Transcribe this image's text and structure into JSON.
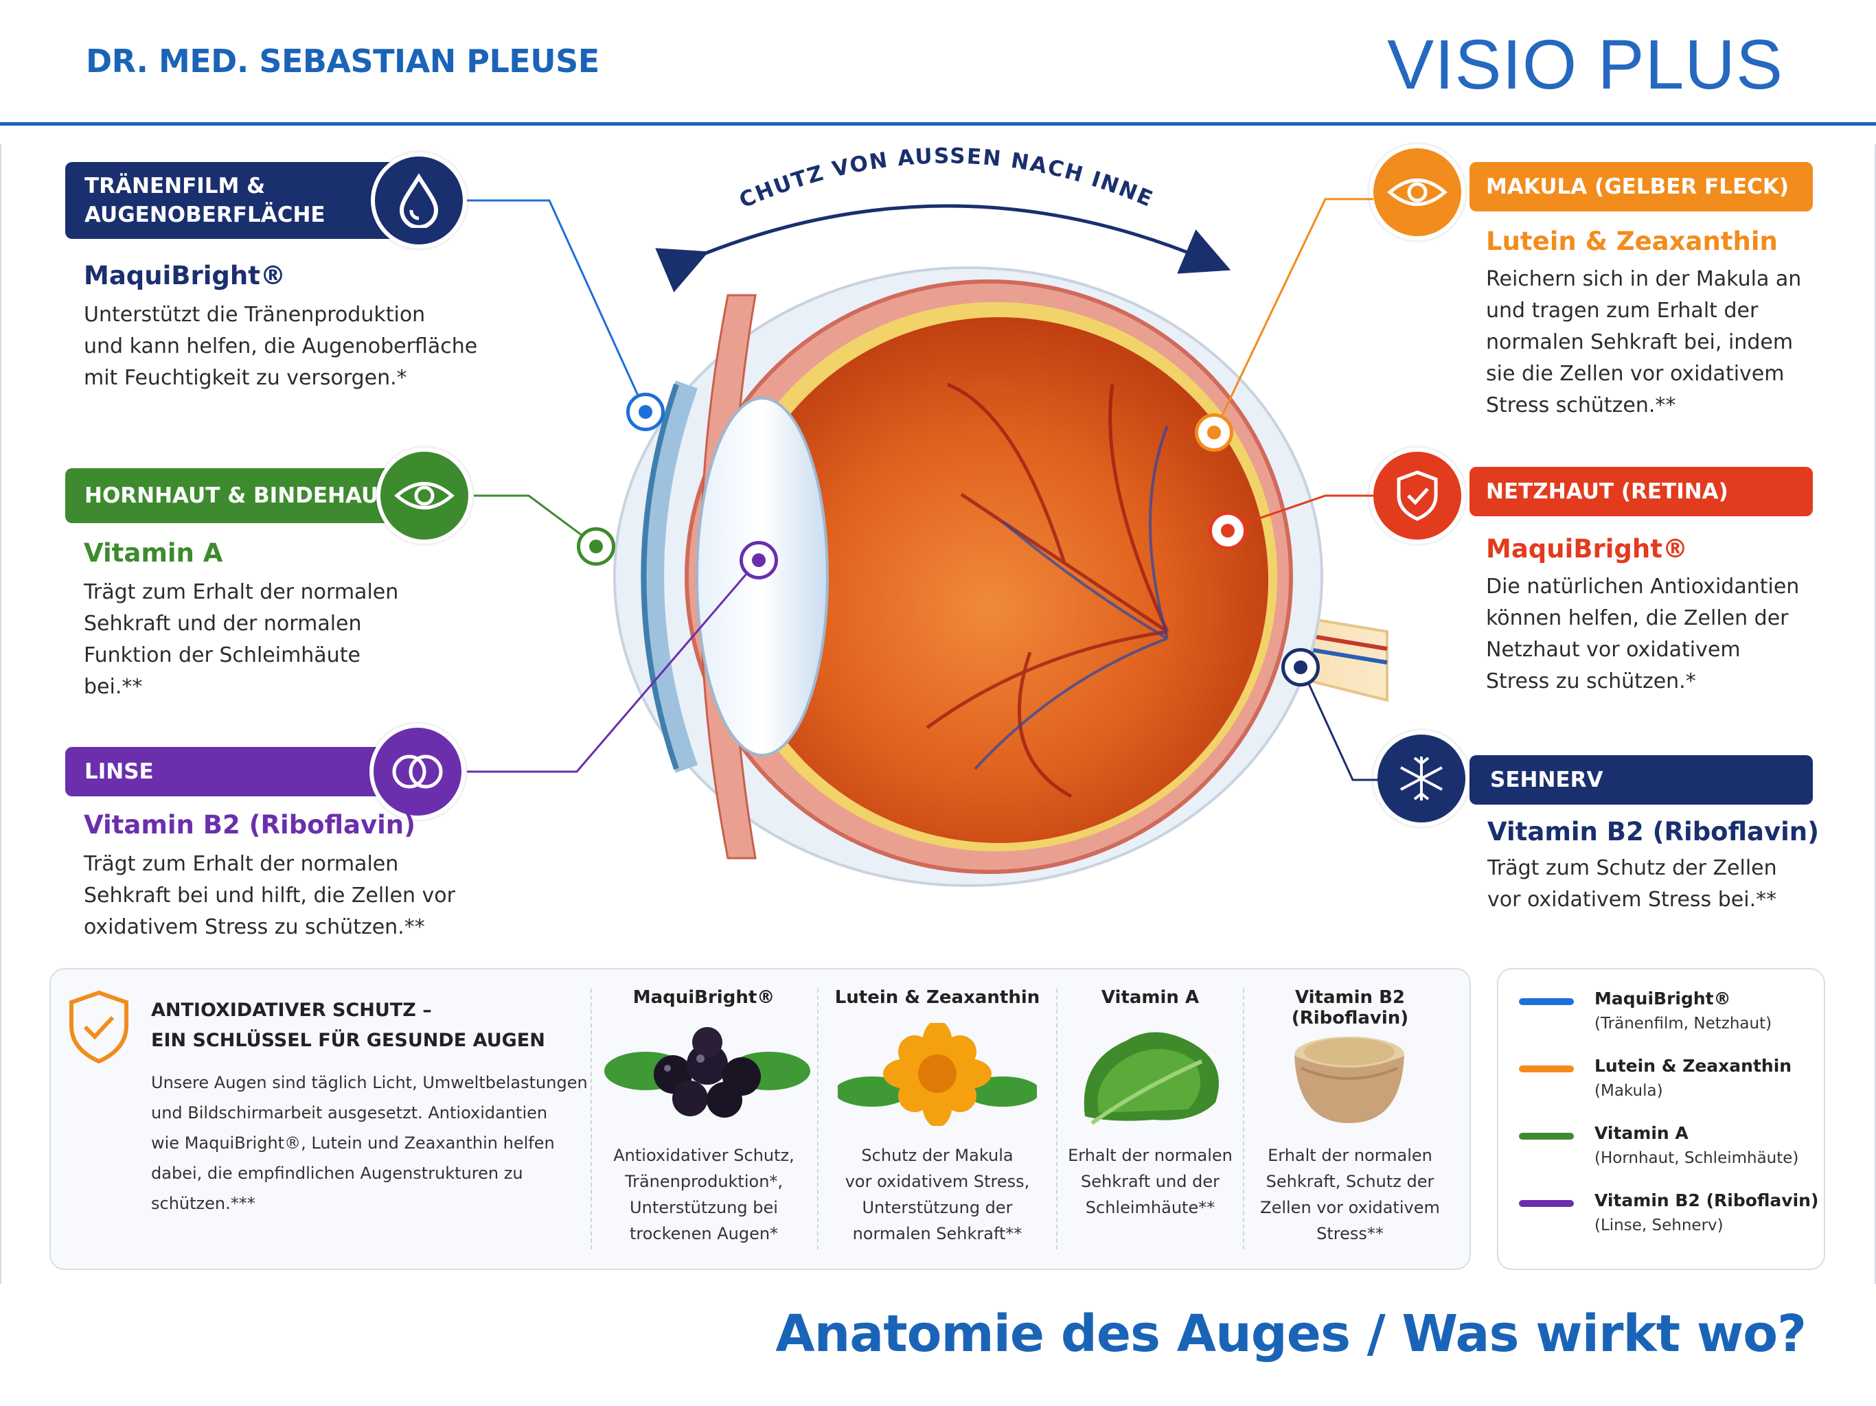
{
  "header": {
    "brand_left": "DR. MED. SEBASTIAN PLEUSE",
    "brand_right": "VISIO PLUS"
  },
  "diagram": {
    "arc_label": "SCHUTZ VON AUSSEN NACH INNEN"
  },
  "left_sections": [
    {
      "label_line1": "TRÄNENFILM &",
      "label_line2": "AUGENOBERFLÄCHE",
      "heading": "MaquiBright®",
      "body": [
        "Unterstützt die Tränenproduktion",
        "und kann helfen, die Augenoberfläche",
        "mit Feuchtigkeit zu versorgen.*"
      ],
      "icon": "water-drop-icon",
      "color": "#1a2f6e"
    },
    {
      "label_line1": "HORNHAUT & BINDEHAUT",
      "label_line2": "",
      "heading": "Vitamin A",
      "body": [
        "Trägt zum Erhalt der normalen",
        "Sehkraft und der normalen",
        "Funktion der Schleimhäute",
        "bei.**"
      ],
      "icon": "eye-icon",
      "color": "#3d8b2e"
    },
    {
      "label_line1": "LINSE",
      "label_line2": "",
      "heading": "Vitamin B2 (Riboflavin)",
      "body": [
        "Trägt zum Erhalt der normalen",
        "Sehkraft bei und hilft, die Zellen vor",
        "oxidativem Stress zu schützen.**"
      ],
      "icon": "lens-rings-icon",
      "color": "#6b2fae"
    }
  ],
  "right_sections": [
    {
      "label": "MAKULA (GELBER FLECK)",
      "heading": "Lutein & Zeaxanthin",
      "body": [
        "Reichern sich in der Makula an",
        "und tragen zum Erhalt der",
        "normalen Sehkraft bei, indem",
        "sie die Zellen vor oxidativem",
        "Stress schützen.**"
      ],
      "icon": "eye-icon",
      "color": "#f28c1c"
    },
    {
      "label": "NETZHAUT (RETINA)",
      "heading": "MaquiBright®",
      "body": [
        "Die natürlichen Antioxidantien",
        "können helfen, die Zellen der",
        "Netzhaut vor oxidativem",
        "Stress zu schützen.*"
      ],
      "icon": "shield-check-icon",
      "color": "#e23b1e"
    },
    {
      "label": "SEHNERV",
      "heading": "Vitamin B2 (Riboflavin)",
      "body": [
        "Trägt zum Schutz der Zellen",
        "vor oxidativem Stress bei.**"
      ],
      "icon": "nerve-icon",
      "color": "#1a2f6e"
    }
  ],
  "antioxidant": {
    "title_line1": "ANTIOXIDATIVER SCHUTZ –",
    "title_line2": "EIN SCHLÜSSEL FÜR GESUNDE AUGEN",
    "body": [
      "Unsere Augen sind täglich Licht, Umweltbelastungen",
      "und Bildschirmarbeit ausgesetzt. Antioxidantien",
      "wie MaquiBright®, Lutein und Zeaxanthin helfen",
      "dabei, die empfindlichen Augenstrukturen zu",
      "schützen.***"
    ],
    "icon": "shield-check-icon"
  },
  "ingredients": [
    {
      "name": "MaquiBright®",
      "desc": [
        "Antioxidativer Schutz,",
        "Tränenproduktion*,",
        "Unterstützung bei",
        "trockenen Augen*"
      ],
      "image": "maqui-berries"
    },
    {
      "name": "Lutein & Zeaxanthin",
      "desc": [
        "Schutz der Makula",
        "vor oxidativem Stress,",
        "Unterstützung der",
        "normalen Sehkraft**"
      ],
      "image": "marigold-flower"
    },
    {
      "name": "Vitamin A",
      "desc": [
        "Erhalt der normalen",
        "Sehkraft und der",
        "Schleimhäute**"
      ],
      "image": "kale-leaf"
    },
    {
      "name": "Vitamin B2 (Riboflavin)",
      "desc": [
        "Erhalt der normalen",
        "Sehkraft, Schutz der",
        "Zellen vor oxidativem",
        "Stress**"
      ],
      "image": "powder-bowl"
    }
  ],
  "legend": [
    {
      "name": "MaquiBright®",
      "detail": "(Tränenfilm, Netzhaut)",
      "color": "#1e6fd9"
    },
    {
      "name": "Lutein & Zeaxanthin",
      "detail": "(Makula)",
      "color": "#f28c1c"
    },
    {
      "name": "Vitamin A",
      "detail": "(Hornhaut, Schleimhäute)",
      "color": "#3d8b2e"
    },
    {
      "name": "Vitamin B2 (Riboflavin)",
      "detail": "(Linse, Sehnerv)",
      "color": "#6b2fae"
    }
  ],
  "footer": {
    "title": "Anatomie des Auges / Was wirkt wo?"
  }
}
